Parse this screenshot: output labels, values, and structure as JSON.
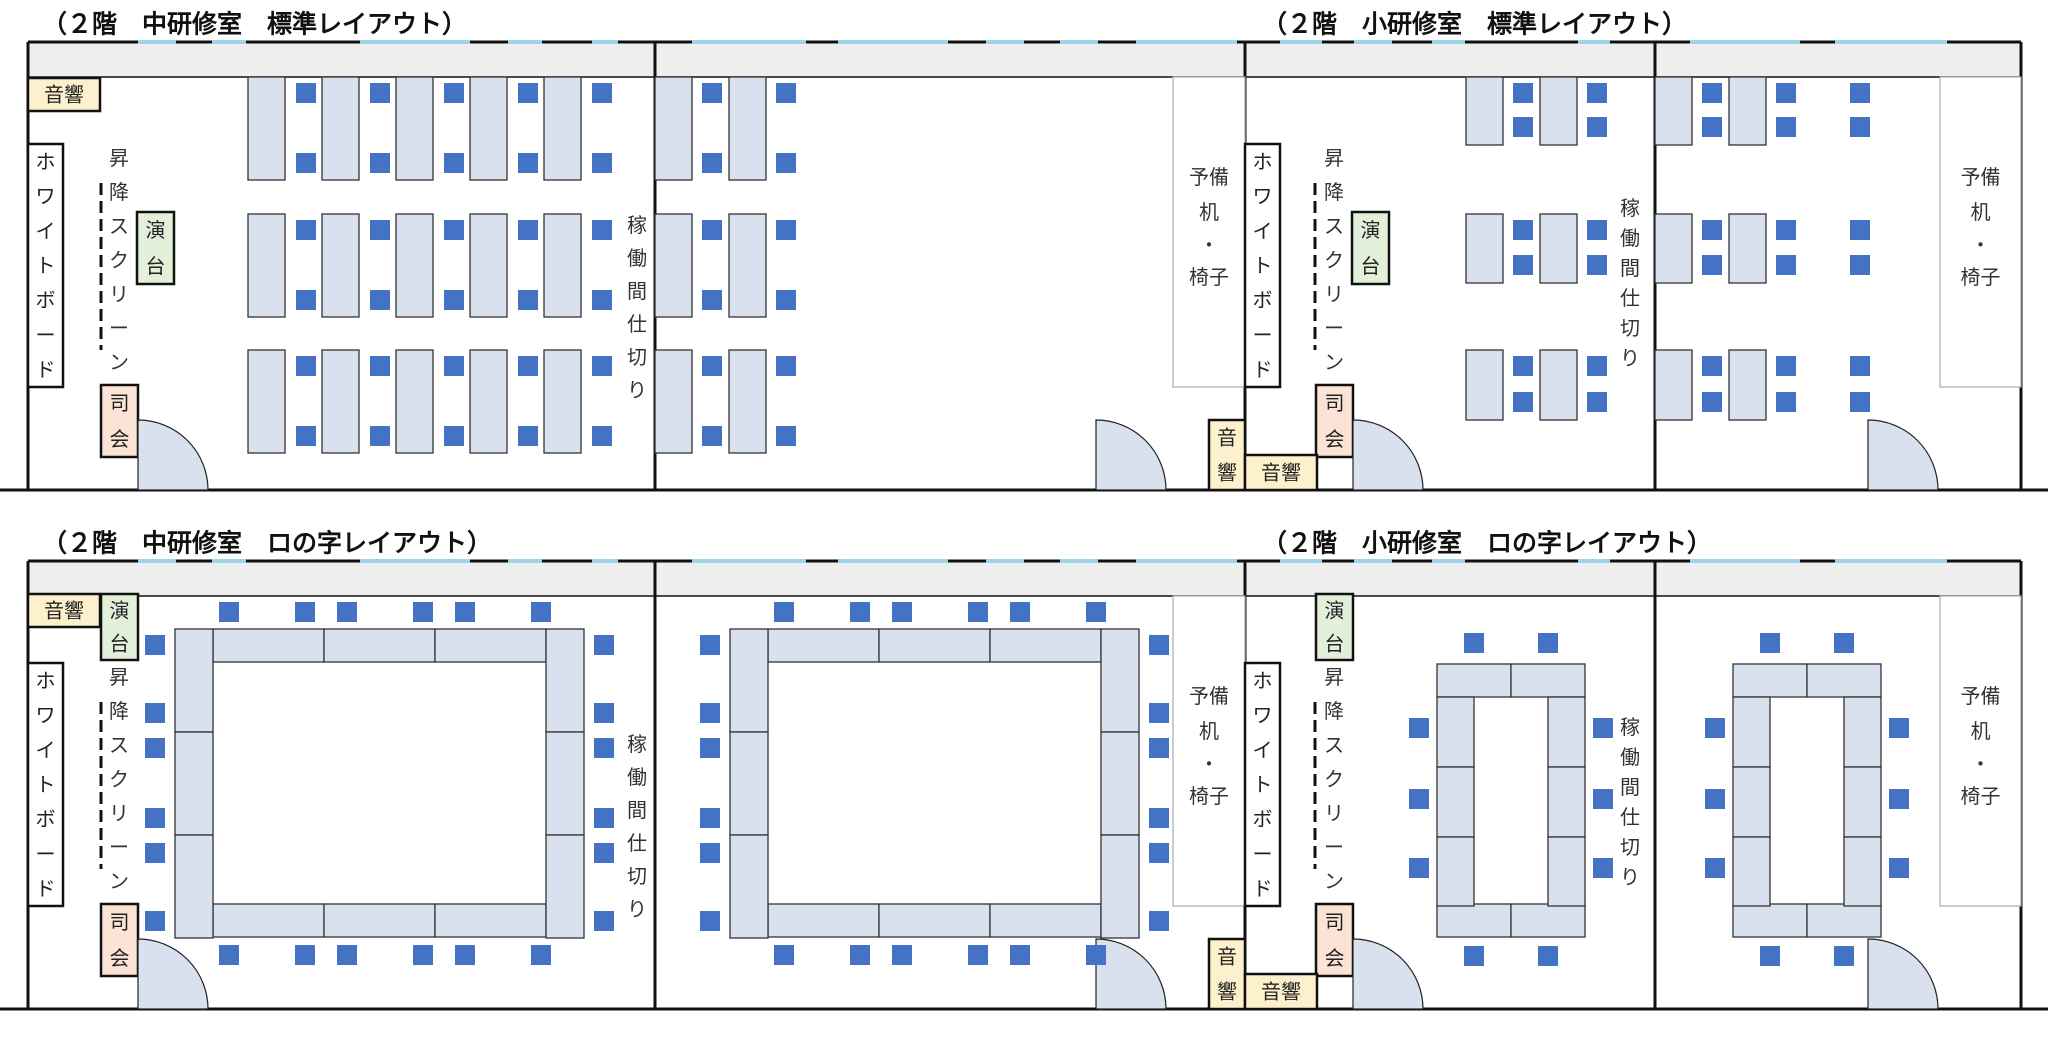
{
  "panels": [
    {
      "title": "（２階　中研修室　標準レイアウト）",
      "labels": {
        "whiteboard": "ホワイトボード",
        "audio": "音響",
        "lift_screen": "昇降スクリーン",
        "podium": "演台",
        "mc": "司会",
        "partition": "稼働間仕切り",
        "spare": [
          "予備",
          "机",
          "・",
          "椅子"
        ]
      }
    },
    {
      "title": "（２階　小研修室　標準レイアウト）",
      "labels": {
        "whiteboard": "ホワイトボード",
        "audio": "音響",
        "lift_screen": "昇降スクリーン",
        "podium": "演台",
        "mc": "司会",
        "partition": "稼働間仕切り",
        "spare": [
          "予備",
          "机",
          "・",
          "椅子"
        ]
      }
    },
    {
      "title": "（２階　中研修室　ロの字レイアウト）",
      "labels": {
        "whiteboard": "ホワイトボード",
        "audio": "音響",
        "lift_screen": "昇降スクリーン",
        "podium": "演台",
        "mc": "司会",
        "partition": "稼働間仕切り",
        "spare": [
          "予備",
          "机",
          "・",
          "椅子"
        ]
      }
    },
    {
      "title": "（２階　小研修室　ロの字レイアウト）",
      "labels": {
        "whiteboard": "ホワイトボード",
        "audio": "音響",
        "lift_screen": "昇降スクリーン",
        "podium": "演台",
        "mc": "司会",
        "partition": "稼働間仕切り",
        "spare": [
          "予備",
          "机",
          "・",
          "椅子"
        ]
      }
    }
  ],
  "colors": {
    "table_fill": "#d9e1ef",
    "chair": "#4472c4",
    "audio_fill": "#fdf0cc",
    "podium_fill": "#e2efd9",
    "mc_fill": "#fbe3d6",
    "window": "#9fd3e8",
    "wall_strip": "#eeeeee",
    "line": "#111111"
  },
  "icons": [
    "door-icon"
  ]
}
